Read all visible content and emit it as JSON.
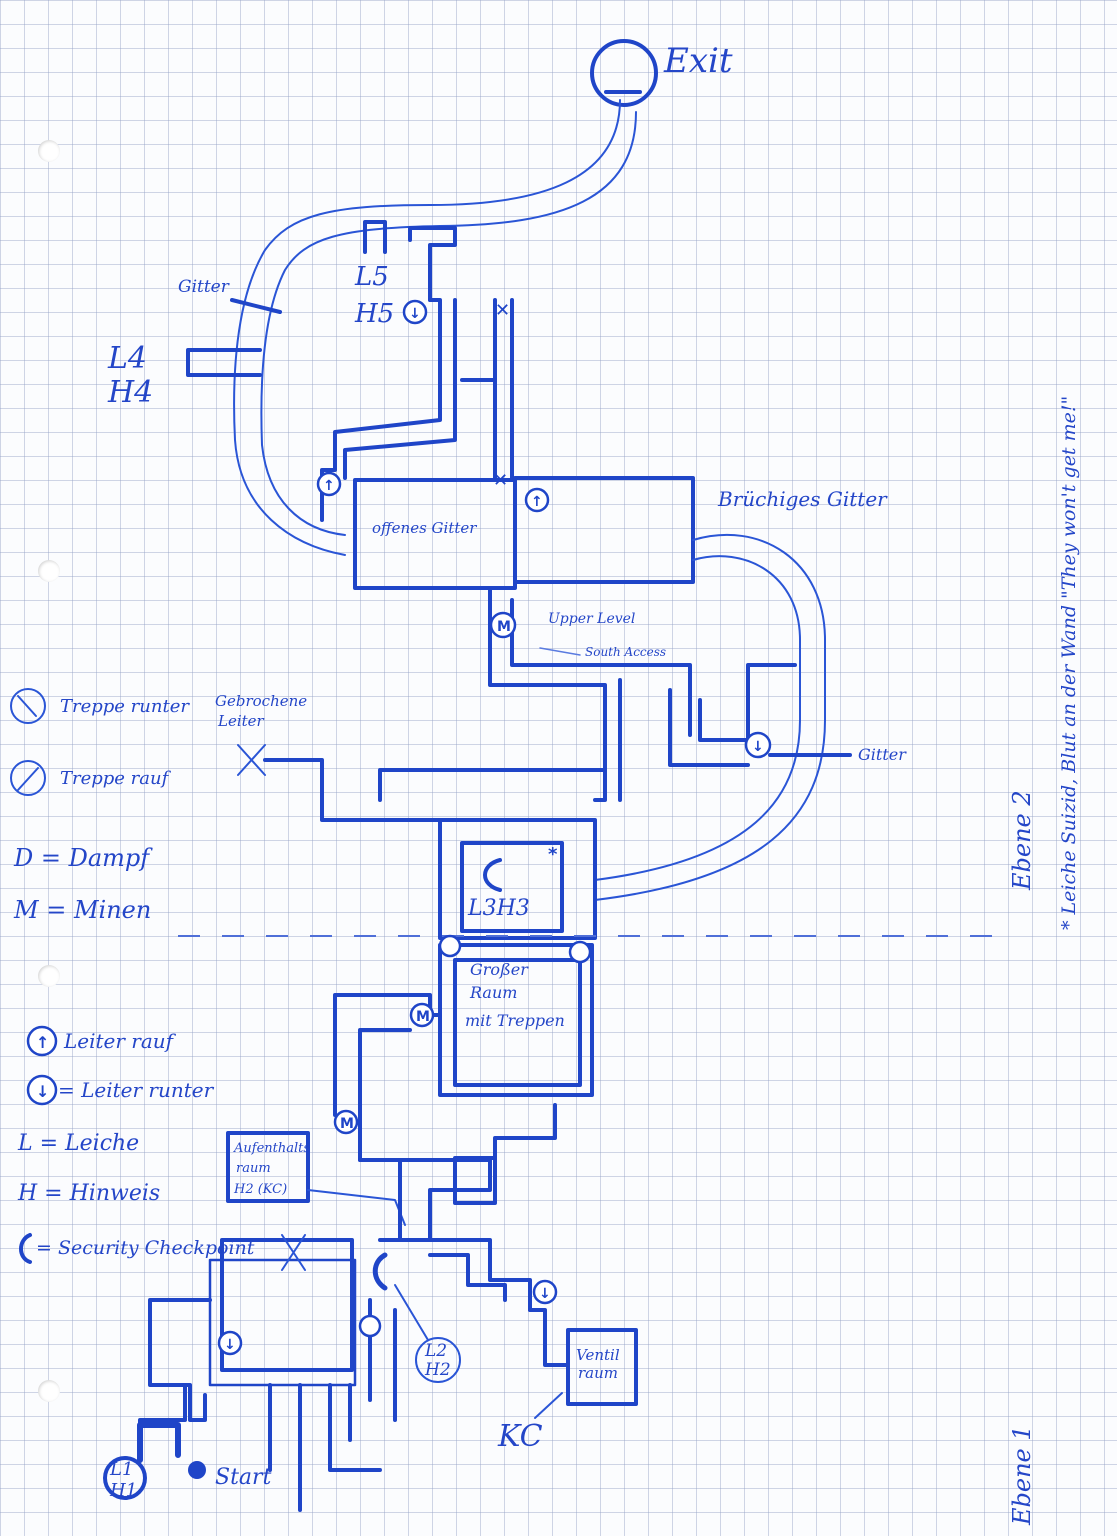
{
  "labels": {
    "exit": "Exit",
    "gitter_top": "Gitter",
    "l4": "L4",
    "h4": "H4",
    "l5": "L5",
    "h5": "H5",
    "offenes_gitter": "offenes Gitter",
    "bruchiges_gitter": "Brüchiges Gitter",
    "upper_level": "Upper Level",
    "south_access": "South Access",
    "gebrochene_leiter_1": "Gebrochene",
    "gebrochene_leiter_2": "Leiter",
    "gitter_right": "Gitter",
    "l3h3": "L3H3",
    "grosser_raum_1": "Großer",
    "grosser_raum_2": "Raum",
    "grosser_raum_3": "mit Treppen",
    "aufenthaltsraum_1": "Aufenthalts",
    "aufenthaltsraum_2": "raum",
    "aufenthaltsraum_3": "H2 (KC)",
    "l2": "L2",
    "h2": "H2",
    "ventil_1": "Ventil",
    "ventil_2": "raum",
    "kc": "KC",
    "l1": "L1",
    "h1": "H1",
    "start": "Start",
    "ebene_2": "Ebene 2",
    "ebene_1": "Ebene 1",
    "note": "* Leiche Suizid, Blut an der Wand \"They won't get me!\""
  },
  "legend_top": [
    {
      "symbol": "treppe-runter",
      "text": "Treppe runter"
    },
    {
      "symbol": "treppe-rauf",
      "text": "Treppe rauf"
    },
    {
      "symbol": "text",
      "text": "D = Dampf"
    },
    {
      "symbol": "text",
      "text": "M = Minen"
    }
  ],
  "legend_bottom": [
    {
      "symbol": "leiter-rauf",
      "text": "Leiter rauf"
    },
    {
      "symbol": "leiter-runter",
      "text": "= Leiter runter"
    },
    {
      "symbol": "text",
      "text": "L = Leiche"
    },
    {
      "symbol": "text",
      "text": "H = Hinweis"
    },
    {
      "symbol": "security",
      "text": "= Security Checkpoint"
    }
  ],
  "marker_letters": {
    "minen": "M",
    "arrow_up": "↑",
    "arrow_down": "↓",
    "cross": "✕",
    "star": "*"
  },
  "ink_color": "#1f45c8"
}
